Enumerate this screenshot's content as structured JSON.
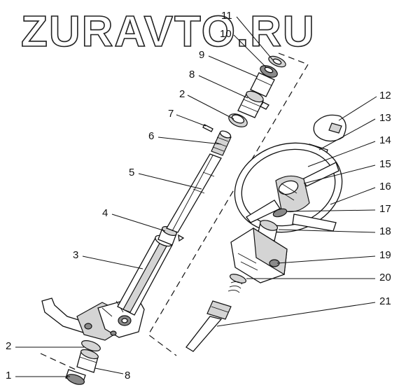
{
  "watermark": "ZURAVTO.RU",
  "callouts": [
    "11",
    "10",
    "9",
    "8",
    "2",
    "7",
    "6",
    "5",
    "4",
    "3",
    "2",
    "1",
    "8",
    "12",
    "13",
    "14",
    "15",
    "16",
    "17",
    "18",
    "19",
    "20",
    "21"
  ]
}
